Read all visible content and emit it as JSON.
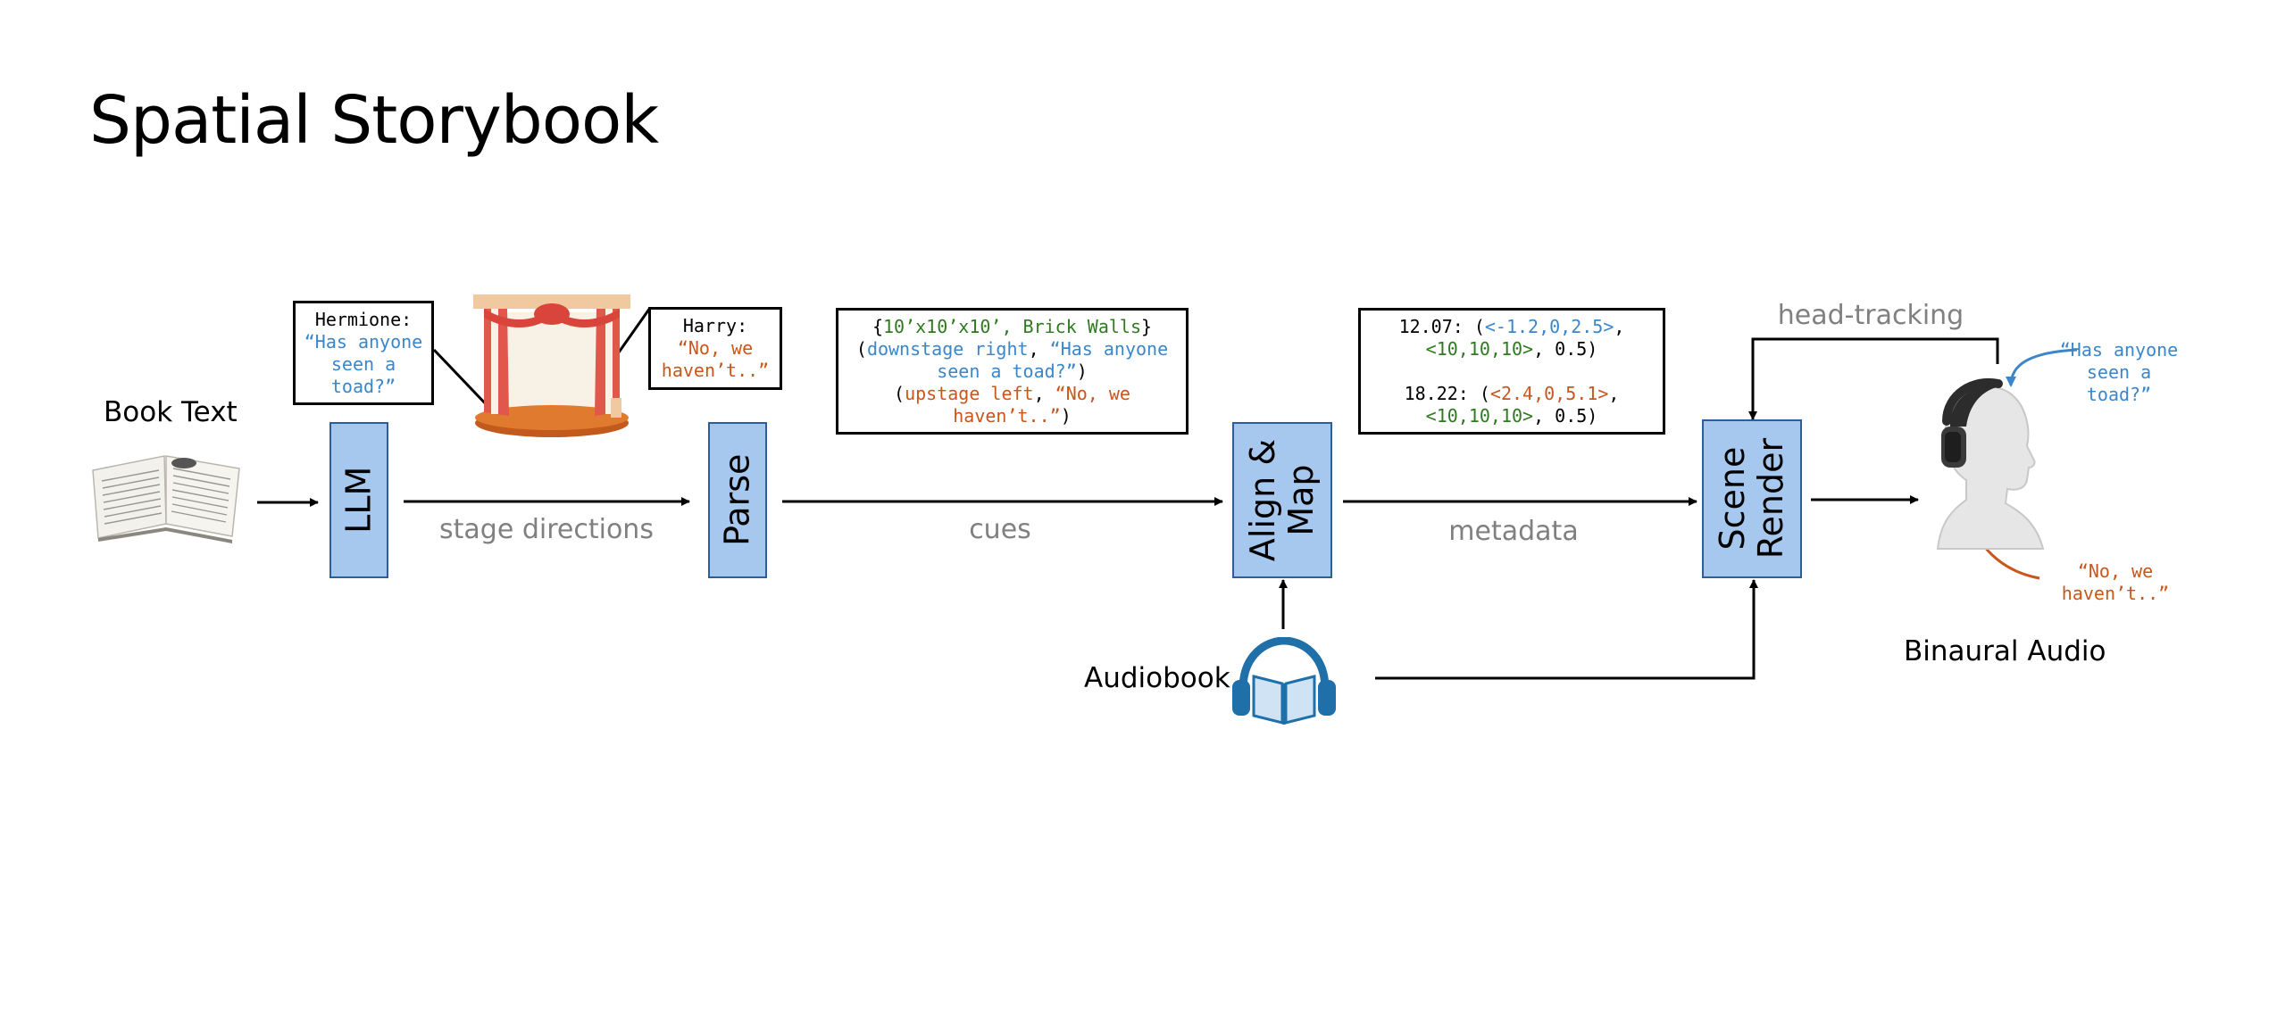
{
  "title": "Spatial Storybook",
  "labels": {
    "book_text": "Book Text",
    "audiobook": "Audiobook",
    "binaural_audio": "Binaural Audio"
  },
  "blocks": {
    "llm": "LLM",
    "parse": "Parse",
    "align_map_line1": "Align &",
    "align_map_line2": "Map",
    "scene_render_line1": "Scene",
    "scene_render_line2": "Render"
  },
  "flow_labels": {
    "stage_directions": "stage directions",
    "cues": "cues",
    "metadata": "metadata",
    "head_tracking": "head-tracking"
  },
  "hermione_box": {
    "speaker": "Hermione:",
    "line1": "“Has anyone",
    "line2": "seen a",
    "line3": "toad?”"
  },
  "harry_box": {
    "speaker": "Harry:",
    "line1": "“No, we",
    "line2": "haven’t..”"
  },
  "cues_box": {
    "l1_open": "{",
    "l1_room": "10’x10’x10’, Brick Walls",
    "l1_close": "}",
    "l2_open": "(",
    "l2_pos": "downstage right",
    "l2_sep": ", ",
    "l2_quote_a": "“Has anyone",
    "l3_quote_b": "seen a toad?”",
    "l3_close": ")",
    "l4_open": "(",
    "l4_pos": "upstage left",
    "l4_sep": ", ",
    "l4_quote_a": "“No, we",
    "l5_quote_b": "haven’t..”",
    "l5_close": ")"
  },
  "metadata_box": {
    "e1_time": "12.07: (",
    "e1_pos": "<-1.2,0,2.5>",
    "e1_sep": ",",
    "e1_dims": "<10,10,10>",
    "e1_tail": ", 0.5)",
    "e2_time": "18.22: (",
    "e2_pos": "<2.4,0,5.1>",
    "e2_sep": ",",
    "e2_dims": "<10,10,10>",
    "e2_tail": ", 0.5)"
  },
  "listener_quotes": {
    "blue_line1": "“Has anyone",
    "blue_line2": "seen a",
    "blue_line3": "toad?”",
    "orange_line1": "“No, we",
    "orange_line2": "haven’t..”"
  },
  "colors": {
    "block_fill": "#a6c8ee",
    "block_border": "#2c5f9a",
    "speaker_blue": "#3b86c9",
    "speaker_orange": "#c9561b",
    "room_green": "#2e7a1f",
    "flow_label_gray": "#808080"
  },
  "icons": [
    "open-book-icon",
    "theater-stage-icon",
    "audiobook-headphones-icon",
    "listener-head-icon"
  ]
}
